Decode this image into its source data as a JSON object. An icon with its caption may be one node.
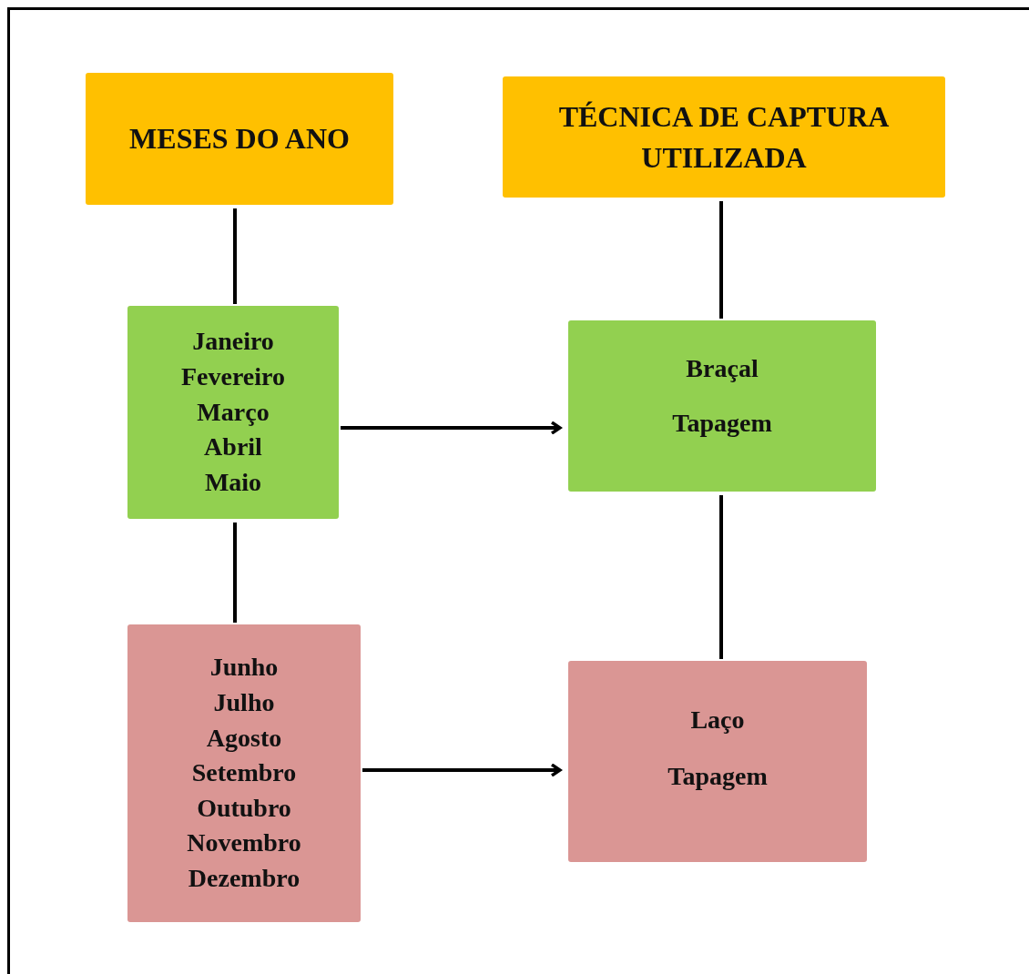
{
  "diagram": {
    "nodes": [
      {
        "text": [
          "MESES DO ANO"
        ]
      },
      {
        "text": [
          "TÉCNICA DE CAPTURA UTILIZADA"
        ]
      },
      {
        "text": [
          "Janeiro",
          "Fevereiro",
          "Março",
          "Abril",
          "Maio"
        ]
      },
      {
        "text": [
          "Braçal",
          "Tapagem"
        ]
      },
      {
        "text": [
          "Junho",
          "Julho",
          "Agosto",
          "Setembro",
          "Outubro",
          "Novembro",
          "Dezembro"
        ]
      },
      {
        "text": [
          "Laço",
          "Tapagem"
        ]
      }
    ],
    "edges": [
      {
        "from": 0,
        "to": 2,
        "arrow": "none"
      },
      {
        "from": 1,
        "to": 3,
        "arrow": "none"
      },
      {
        "from": 2,
        "to": 3,
        "arrow": "to"
      },
      {
        "from": 2,
        "to": 4,
        "arrow": "none"
      },
      {
        "from": 3,
        "to": 5,
        "arrow": "none"
      },
      {
        "from": 4,
        "to": 5,
        "arrow": "to"
      }
    ]
  }
}
